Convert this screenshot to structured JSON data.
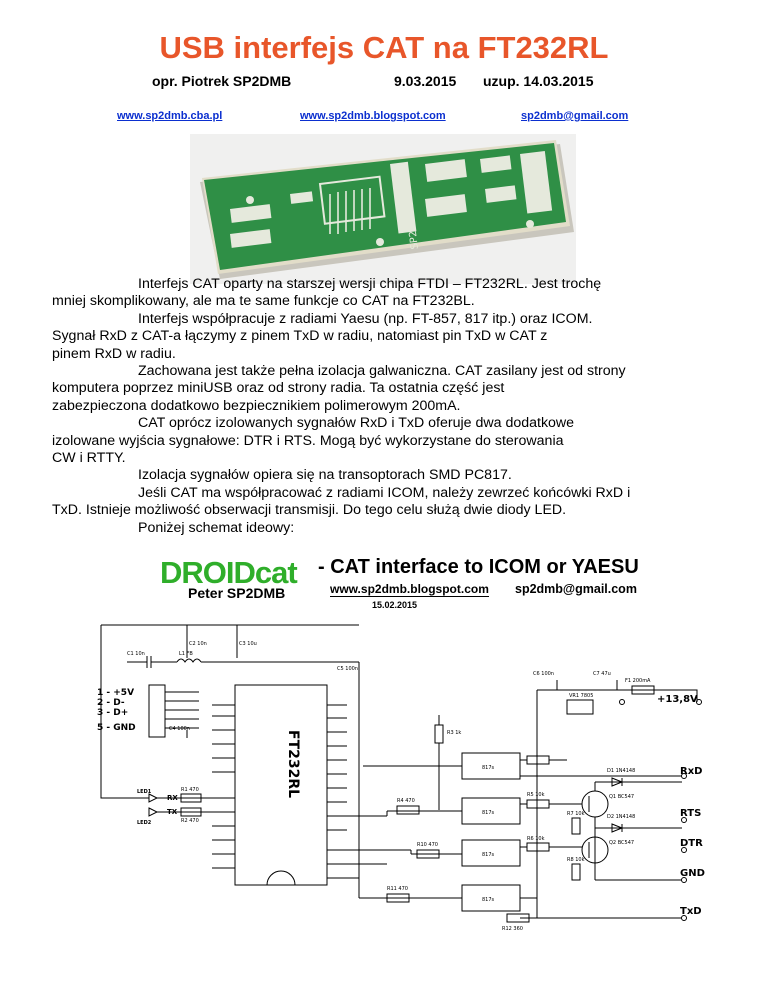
{
  "header": {
    "title": "USB interfejs CAT na FT232RL",
    "author": "opr. Piotrek SP2DMB",
    "date": "9.03.2015",
    "update": "uzup. 14.03.2015",
    "links": [
      "www.sp2dmb.cba.pl",
      "www.sp2dmb.blogspot.com",
      "sp2dmb@gmail.com"
    ]
  },
  "pcb_silk": "SP2DMB",
  "body": [
    "Interfejs CAT oparty na starszej wersji chipa FTDI – FT232RL. Jest trochę",
    "mniej skomplikowany, ale ma te same funkcje co CAT na FT232BL.",
    "Interfejs współpracuje z radiami Yaesu (np. FT-857, 817 itp.) oraz ICOM.",
    "Sygnał RxD z CAT-a łączymy z pinem TxD w radiu, natomiast pin TxD w CAT z",
    "pinem RxD w radiu.",
    "Zachowana jest także pełna izolacja galwaniczna. CAT zasilany jest od strony",
    "komputera poprzez miniUSB oraz od strony radia. Ta ostatnia część jest",
    "zabezpieczona dodatkowo bezpiecznikiem polimerowym 200mA.",
    "CAT oprócz izolowanych sygnałów RxD i TxD oferuje dwa dodatkowe",
    "izolowane wyjścia sygnałowe: DTR i RTS. Mogą być wykorzystane do sterowania",
    "CW i RTTY.",
    "Izolacja sygnałów opiera się na transoptorach SMD PC817.",
    "Jeśli CAT ma współpracować z radiami ICOM, należy zewrzeć końcówki RxD i",
    "TxD. Istnieje możliwość obserwacji transmisji. Do tego celu służą dwie diody  LED.",
    "Poniżej schemat ideowy:"
  ],
  "schematic": {
    "brand": "DROIDcat",
    "subtitle": "- CAT interface to ICOM or YAESU",
    "author": "Peter SP2DMB",
    "url": "www.sp2dmb.blogspot.com",
    "email": "sp2dmb@gmail.com",
    "date": "15.02.2015",
    "chip": "FT232RL",
    "usb_pins": [
      "1 - +5V",
      "2 - D-",
      "3 - D+",
      "5 - GND"
    ],
    "outputs": [
      "RxD",
      "RTS",
      "DTR",
      "GND",
      "TxD"
    ],
    "supply": "+13,8V",
    "opto_label": "817s",
    "leds": [
      "LED1",
      "LED2"
    ],
    "led_labels": [
      "RX",
      "TX"
    ],
    "components": [
      "C1 10n",
      "C2 10n",
      "C3 10u",
      "L1 FB",
      "C4 100n",
      "C5 100n",
      "C6 100n",
      "C7 47u",
      "F1 200mA",
      "R1 470",
      "R2 470",
      "R3 1k",
      "R4 470",
      "R5 10k",
      "R6 10k",
      "R7 10k",
      "R8 10k",
      "R10 470",
      "R11 470",
      "R12 360",
      "D1 1N4148",
      "D2 1N4148",
      "Q1 BC547",
      "Q2 BC547",
      "VR1 7805"
    ]
  }
}
